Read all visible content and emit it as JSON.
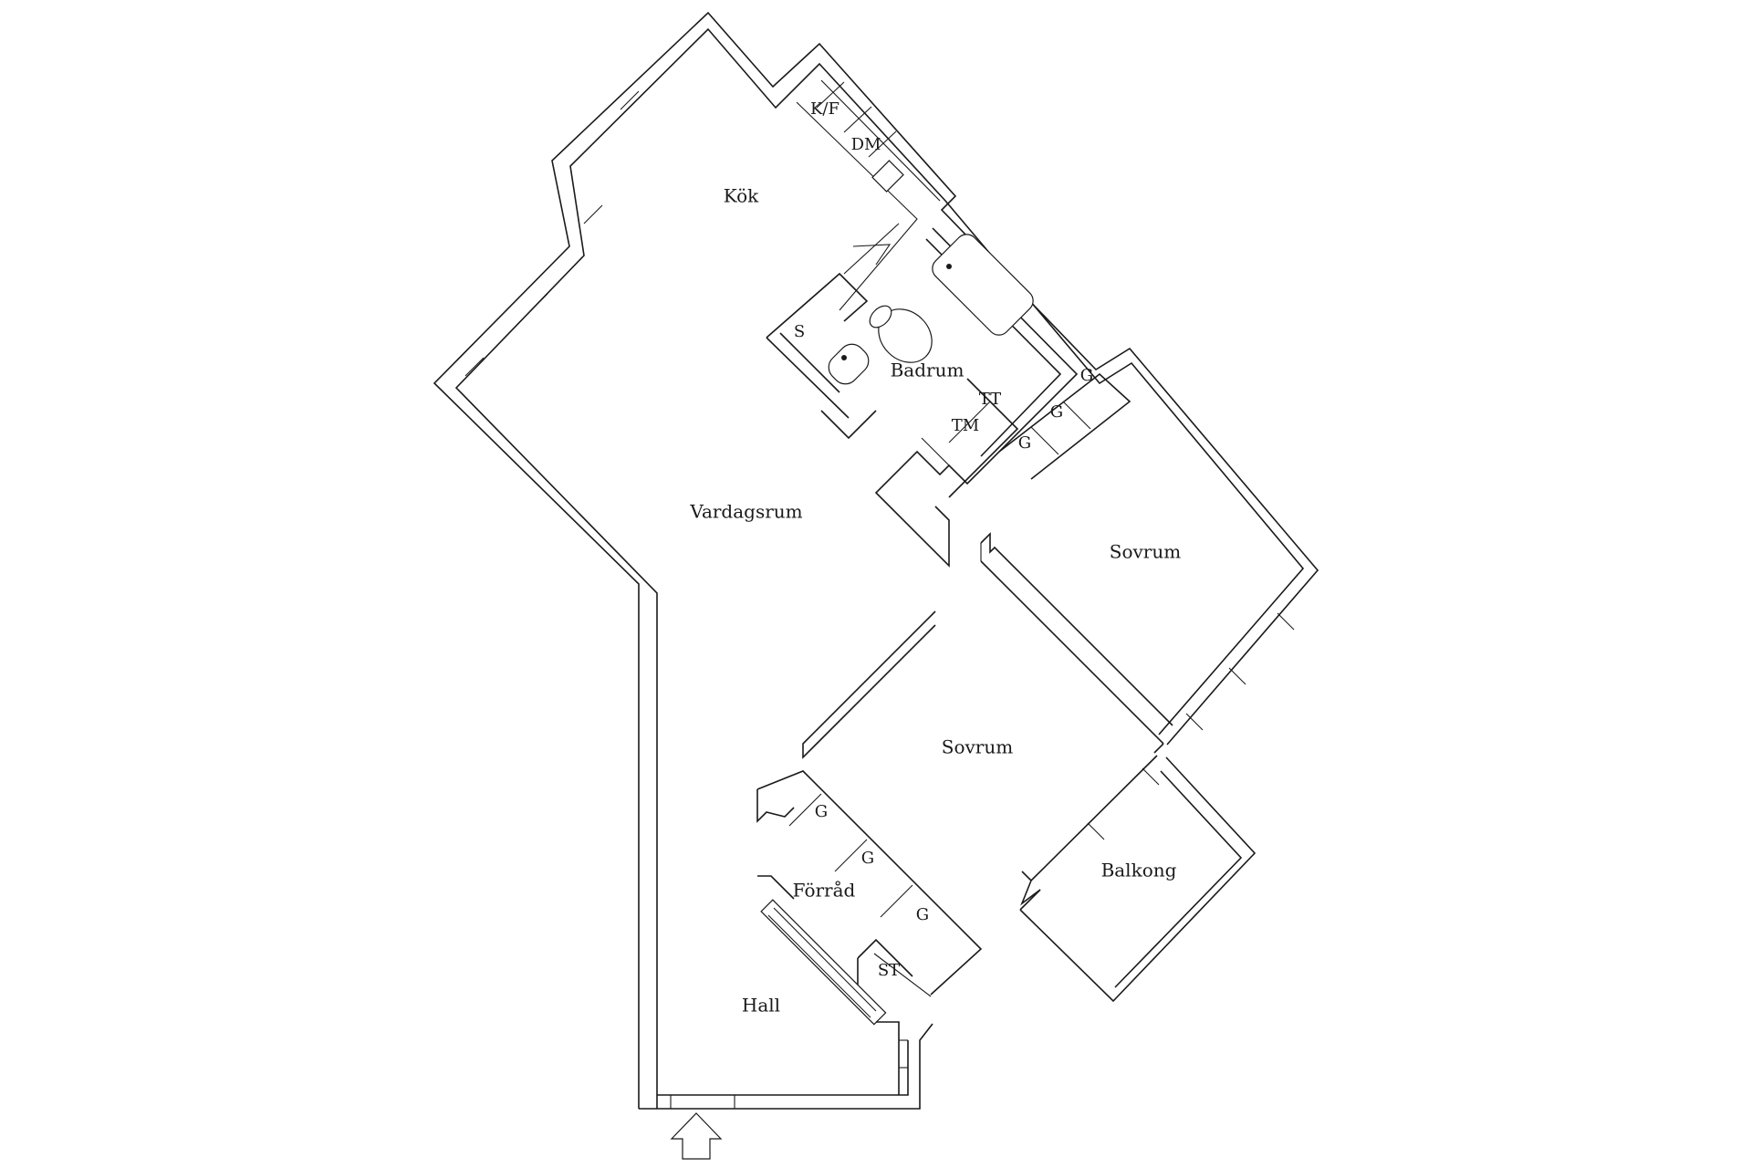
{
  "rooms": {
    "kok": "Kök",
    "vardagsrum": "Vardagsrum",
    "badrum": "Badrum",
    "sovrum_1": "Sovrum",
    "sovrum_2": "Sovrum",
    "balkong": "Balkong",
    "forrad": "Förråd",
    "hall": "Hall"
  },
  "fixtures": {
    "kf": "K/F",
    "dm": "DM",
    "s": "S",
    "tt": "TT",
    "tm": "TM",
    "st": "ST",
    "g": "G"
  },
  "icons": {
    "entrance": "entrance-arrow-icon"
  },
  "colors": {
    "line": "#1a1a1a",
    "background": "#ffffff"
  }
}
